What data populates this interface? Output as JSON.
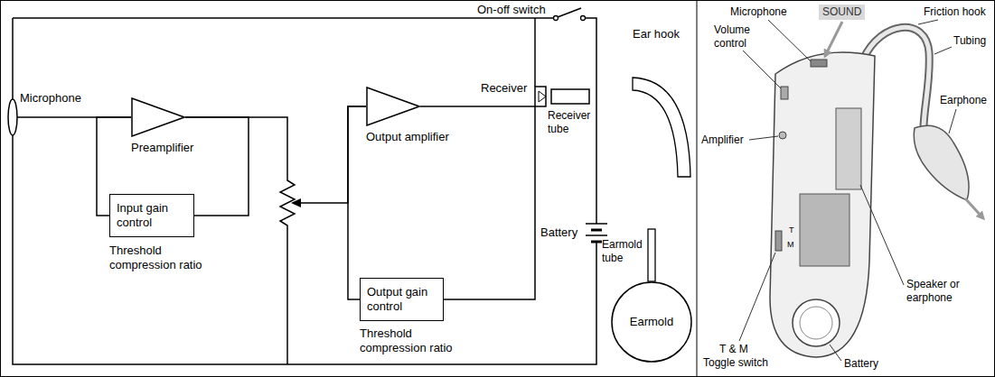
{
  "diagram": {
    "nodes": [
      {
        "text": [
          "Preamplifier"
        ]
      },
      {
        "text": [
          "Input gain control"
        ]
      },
      {
        "text": [
          "Output amplifier"
        ]
      },
      {
        "text": [
          "Output gain control"
        ]
      },
      {
        "text": [
          "Earmold"
        ]
      }
    ],
    "edges": [
      {
        "from": 0,
        "to": 1,
        "arrow": "none"
      },
      {
        "from": 0,
        "to": 1,
        "arrow": "none"
      },
      {
        "from": 2,
        "to": 3,
        "arrow": "none"
      },
      {
        "from": 2,
        "to": 3,
        "arrow": "none"
      }
    ],
    "labels": [
      "On-off switch",
      "Microphone",
      "Receiver",
      "Receiver tube",
      "Ear hook",
      "Battery",
      "Earmold tube",
      "Threshold compression ratio",
      "Threshold compression ratio",
      "Microphone",
      "SOUND",
      "Friction hook",
      "Volume control",
      "Tubing",
      "Amplifier",
      "Earphone",
      "Speaker or earphone",
      "T",
      "M",
      "T & M",
      "Toggle switch",
      "Battery"
    ]
  }
}
